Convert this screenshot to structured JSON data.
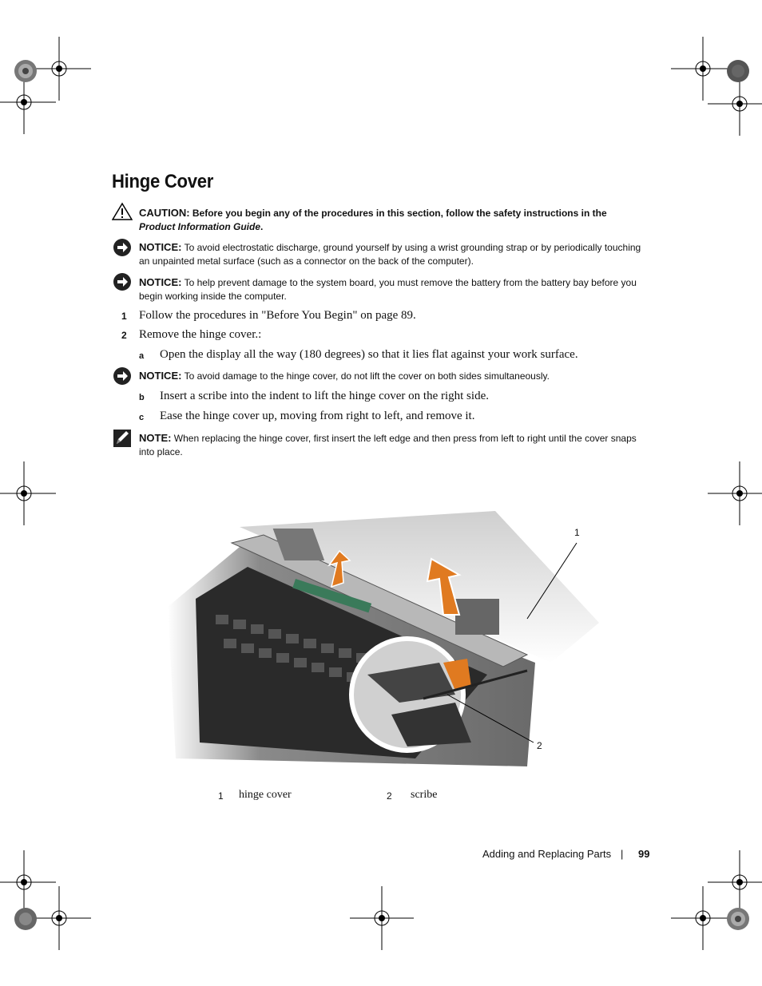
{
  "title": "Hinge Cover",
  "caution": {
    "label": "CAUTION:",
    "text": "Before you begin any of the procedures in this section, follow the safety instructions in the",
    "guide": "Product Information Guide",
    "end": "."
  },
  "notice1": {
    "label": "NOTICE:",
    "text": "To avoid electrostatic discharge, ground yourself by using a wrist grounding strap or by periodically touching an unpainted metal surface (such as a connector on the back of the computer)."
  },
  "notice2": {
    "label": "NOTICE:",
    "text": "To help prevent damage to the system board, you must remove the battery from the battery bay before you begin working inside the computer."
  },
  "steps": [
    {
      "num": "1",
      "text": "Follow the procedures in \"Before You Begin\" on page 89."
    },
    {
      "num": "2",
      "text": "Remove the hinge cover.:"
    }
  ],
  "substep_a": {
    "num": "a",
    "text": "Open the display all the way (180 degrees) so that it lies flat against your work surface."
  },
  "notice3": {
    "label": "NOTICE:",
    "text": "To avoid damage to the hinge cover, do not lift the cover on both sides simultaneously."
  },
  "substep_b": {
    "num": "b",
    "text": "Insert a scribe into the indent to lift the hinge cover on the right side."
  },
  "substep_c": {
    "num": "c",
    "text": "Ease the hinge cover up, moving from right to left, and remove it."
  },
  "note": {
    "label": "NOTE:",
    "text": "When replacing the hinge cover, first insert the left edge and then press from left to right until the cover snaps into place."
  },
  "figure": {
    "callout1": "1",
    "callout2": "2"
  },
  "legend": [
    {
      "num": "1",
      "label": "hinge cover"
    },
    {
      "num": "2",
      "label": "scribe"
    }
  ],
  "footer": {
    "section": "Adding and Replacing Parts",
    "separator": "|",
    "page": "99"
  }
}
